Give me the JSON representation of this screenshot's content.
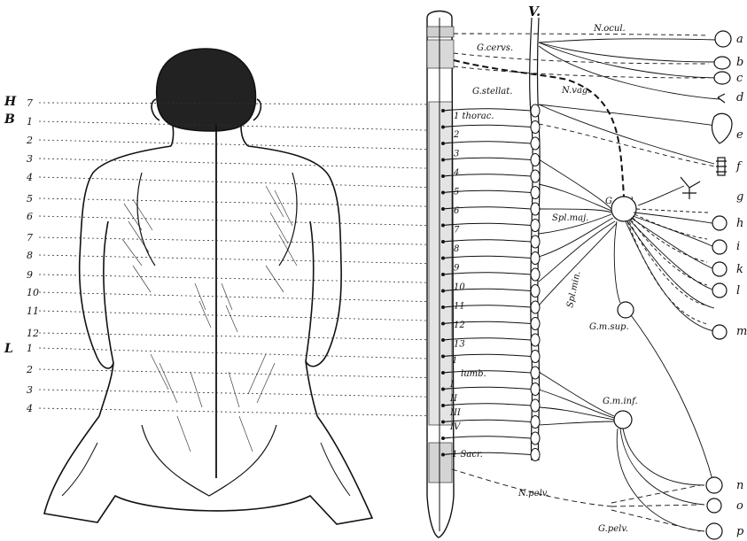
{
  "figure": {
    "left_levels": [
      "7",
      "1",
      "2",
      "3",
      "4",
      "5",
      "6",
      "7",
      "8",
      "9",
      "10",
      "11",
      "12",
      "1",
      "2",
      "3",
      "4"
    ],
    "left_region_letters": {
      "H": "H",
      "B": "B",
      "L": "L"
    },
    "cord_label": "V.",
    "segment_labels": {
      "thorac": "1 thorac.",
      "thorac_nums": [
        "2",
        "3",
        "4",
        "5",
        "6",
        "7",
        "8",
        "9",
        "10",
        "11",
        "12",
        "13"
      ],
      "lumb": "lumb.",
      "lumb_nums": [
        "I",
        "II",
        "III",
        "IV"
      ],
      "lumb_first": "1",
      "sacr": "1 Sacr."
    },
    "ganglia": {
      "cerv": "G.cervs.",
      "stellat": "G.stellat.",
      "coel": "G.coel.",
      "msup": "G.m.sup.",
      "minf": "G.m.inf.",
      "pelv": "G.pelv."
    },
    "nerves": {
      "ocul": "N.ocul.",
      "vag": "N.vag.",
      "splmaj": "Spl.maj.",
      "splmin": "Spl.min.",
      "pelv": "N.pelv."
    },
    "organs": [
      "a",
      "b",
      "c",
      "d",
      "e",
      "f",
      "g",
      "h",
      "i",
      "k",
      "l",
      "m",
      "n",
      "o",
      "p"
    ]
  }
}
